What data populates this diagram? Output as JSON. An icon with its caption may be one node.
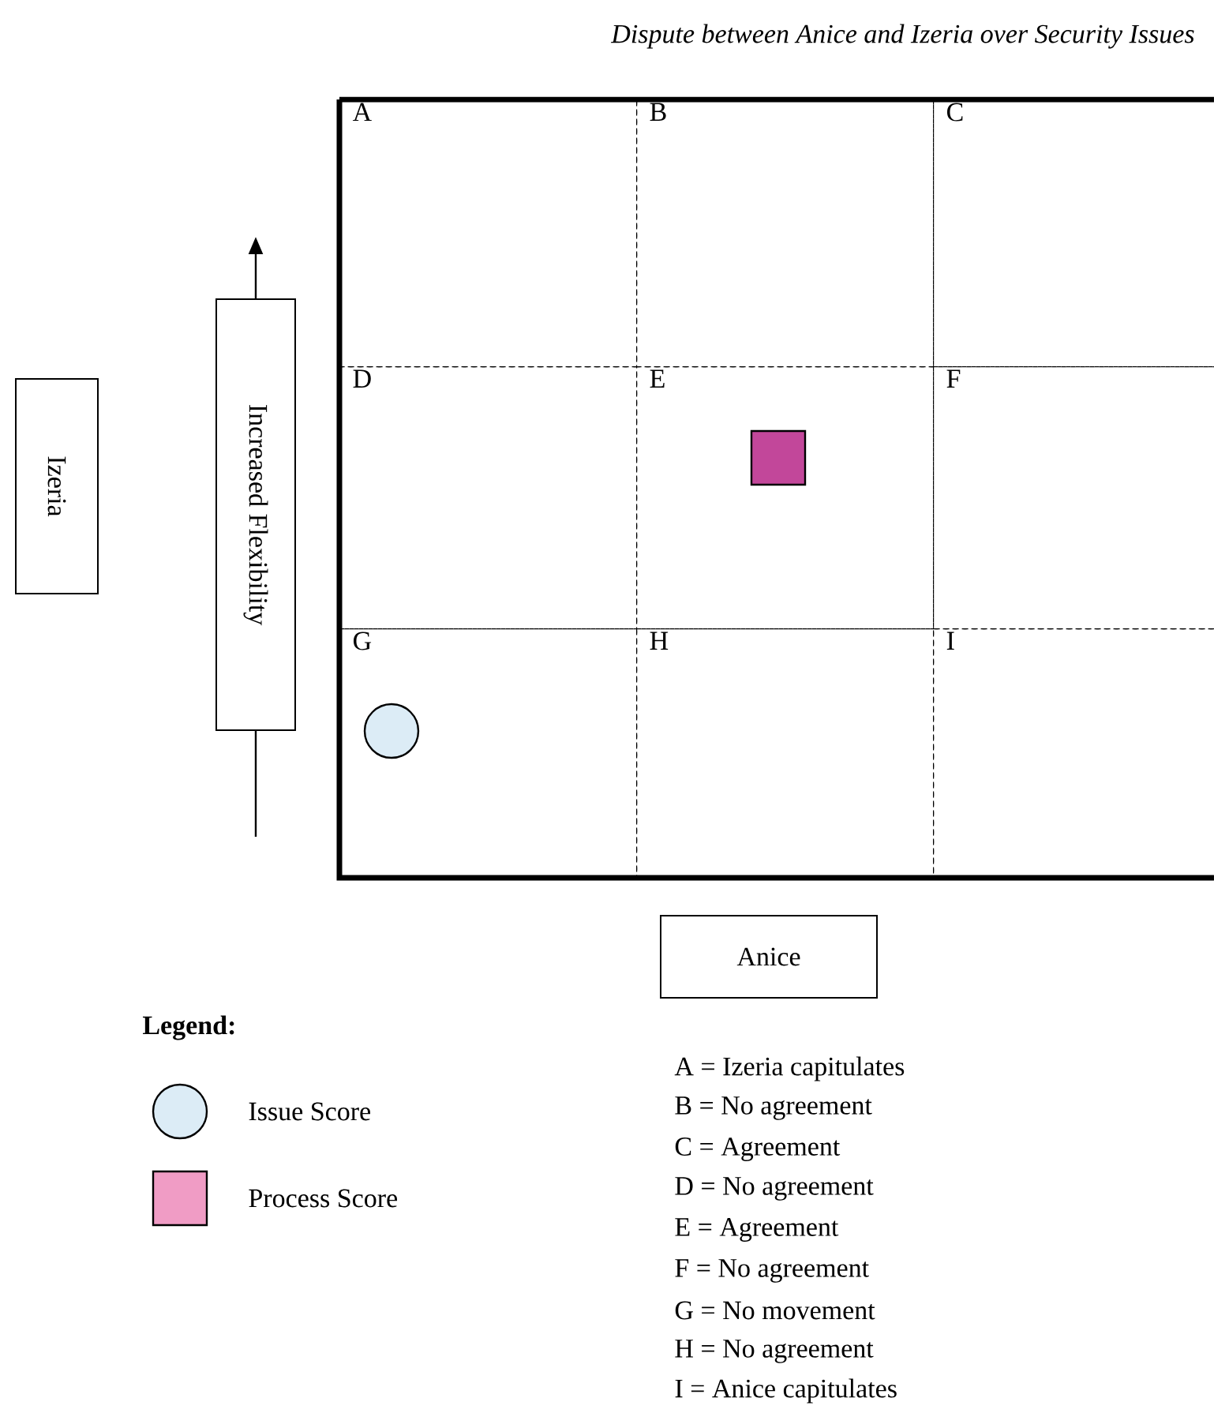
{
  "diagram": {
    "title": "Dispute between Anice and Izeria over Security Issues",
    "nodes": [
      {
        "text": [
          "A"
        ]
      },
      {
        "text": [
          "B"
        ]
      },
      {
        "text": [
          "C"
        ]
      },
      {
        "text": [
          "D"
        ]
      },
      {
        "text": [
          "E"
        ]
      },
      {
        "text": [
          "F"
        ]
      },
      {
        "text": [
          "G"
        ]
      },
      {
        "text": [
          "H"
        ]
      },
      {
        "text": [
          "I"
        ]
      },
      {
        "text": [],
        "shape": "box",
        "in": 4
      },
      {
        "text": [],
        "shape": "circle",
        "in": 6
      },
      {
        "text": [
          "Izeria"
        ]
      },
      {
        "text": [
          "Increased Flexibility"
        ]
      },
      {
        "text": [
          "Anice"
        ]
      }
    ],
    "labels": [
      "Legend:",
      "A = Izeria capitulates",
      "B = No agreement",
      "C = Agreement",
      "D = No agreement",
      "E = Agreement",
      "F = No agreement",
      "G = No movement",
      "H = No agreement",
      "I = Anice capitulates"
    ],
    "legend": [
      {
        "text": "Issue Score",
        "color": "#dcecf6"
      },
      {
        "text": "Process Score",
        "color": "#f09cc5"
      }
    ]
  }
}
